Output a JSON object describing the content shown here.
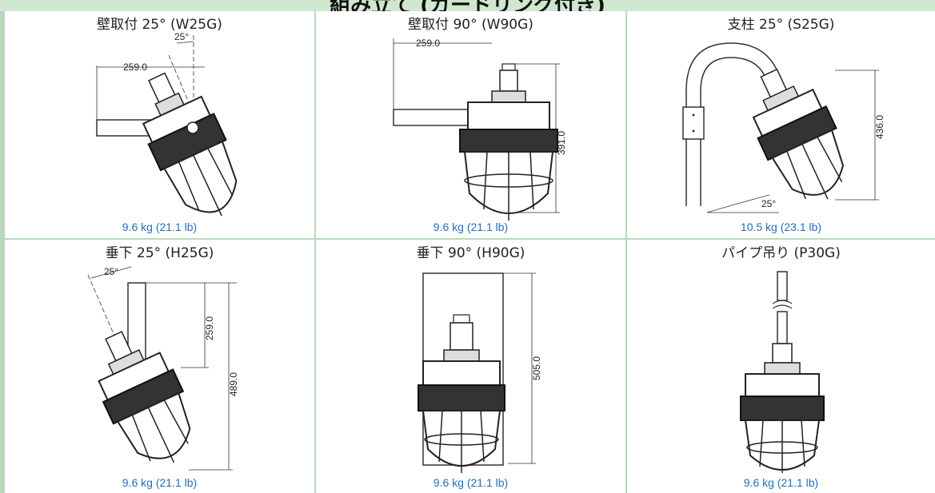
{
  "header": {
    "title": "組み立て (ガードリング付き)"
  },
  "cells": [
    {
      "title": "壁取付 25° (W25G)",
      "weight": "9.6 kg (21.1 lb)",
      "dims": [
        "259.0",
        "25°"
      ]
    },
    {
      "title": "壁取付 90° (W90G)",
      "weight": "9.6 kg (21.1 lb)",
      "dims": [
        "259.0",
        "391.0"
      ]
    },
    {
      "title": "支柱 25° (S25G)",
      "weight": "10.5 kg (23.1 lb)",
      "dims": [
        "436.0",
        "25°"
      ]
    },
    {
      "title": "垂下 25° (H25G)",
      "weight": "9.6 kg (21.1 lb)",
      "dims": [
        "25°",
        "259.0",
        "489.0"
      ]
    },
    {
      "title": "垂下 90° (H90G)",
      "weight": "9.6 kg (21.1 lb)",
      "dims": [
        "505.0"
      ]
    },
    {
      "title": "パイプ吊り (P30G)",
      "weight": "9.6 kg (21.1 lb)",
      "dims": []
    }
  ]
}
